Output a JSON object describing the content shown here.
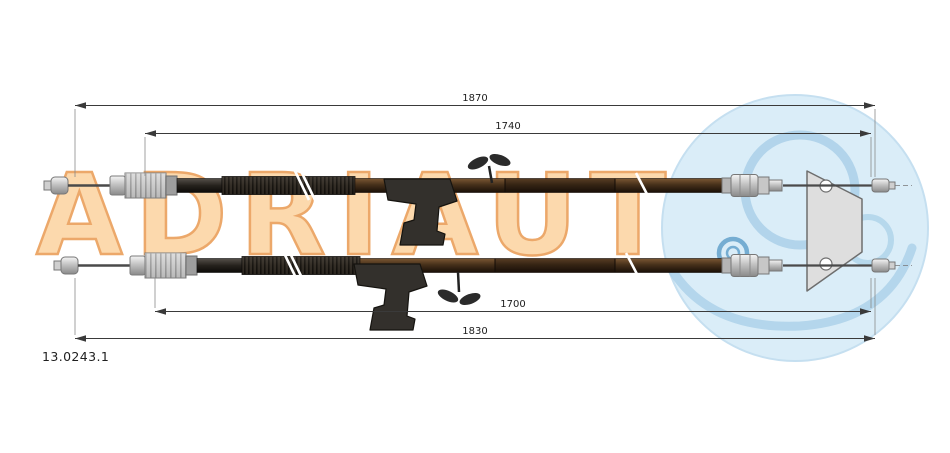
{
  "part_number": "13.0243.1",
  "watermark": {
    "brand_text": "ADRIAUT",
    "text_fill": "#fcd9ad",
    "text_outline": "#eca86a",
    "circle_fill": "#d9edf8",
    "ring_stroke": "#a6cde7"
  },
  "dimensions": {
    "outer_top": "1870",
    "inner_top": "1740",
    "inner_bottom": "1700",
    "outer_bottom": "1830"
  },
  "colors": {
    "conduit_brown": "#46301a",
    "conduit_dark": "#26221d",
    "metal_light": "#c2c2c2",
    "wire": "#4a4a4a",
    "dimension_line": "#3a3a3a",
    "background": "#ffffff"
  }
}
